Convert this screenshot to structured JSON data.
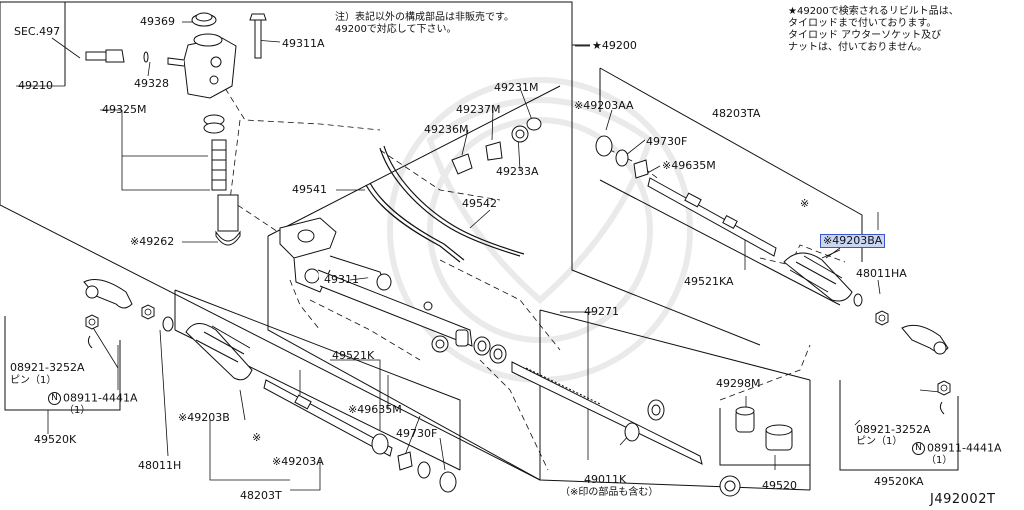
{
  "diagram": {
    "code": "J492002T",
    "notes": {
      "center_top": "注）表記以外の構成部品は非販売です。\n49200で対応して下さい。",
      "right_top": "★49200で検索されるリビルト品は、\nタイロッドまで付いております。\nタイロッド アウターソケット及び\nナットは、付いておりません。"
    },
    "labels": {
      "sec497": "SEC.497",
      "p49369": "49369",
      "p49311A": "49311A",
      "p49328": "49328",
      "p49210": "49210",
      "p49325M": "49325M",
      "p49262": "※49262",
      "p49231M": "49231M",
      "p49237M": "49237M",
      "p49236M": "49236M",
      "p49233A": "49233A",
      "p49541": "49541",
      "p49542": "49542",
      "p49311": "49311",
      "p49200": "★49200",
      "p49203AA": "※49203AA",
      "p48203TA": "48203TA",
      "p49730F_r": "49730F",
      "p49635M_r": "※49635M",
      "p49203BA": "※49203BA",
      "p48011HA": "48011HA",
      "p49521KA": "49521KA",
      "p49271": "49271",
      "p49298M": "49298M",
      "p49520": "49520",
      "p49011K": "49011K",
      "p49011K_note": "（※印の部品も含む）",
      "p08921_r": "08921-3252A",
      "pin_r": "ピン（1）",
      "p08911_r": "08911-4441A",
      "qty_r": "（1）",
      "p49520KA": "49520KA",
      "p08921_l": "08921-3252A",
      "pin_l": "ピン（1）",
      "p08911_l": "08911-4441A",
      "qty_l": "（1）",
      "p49520K": "49520K",
      "p48011H": "48011H",
      "p49203B": "※49203B",
      "p49521K": "49521K",
      "p49635M_l": "※49635M",
      "p49730F_l": "49730F",
      "p49203A": "※49203A",
      "p48203T": "48203T",
      "star_r": "※",
      "star_l": "※"
    }
  }
}
